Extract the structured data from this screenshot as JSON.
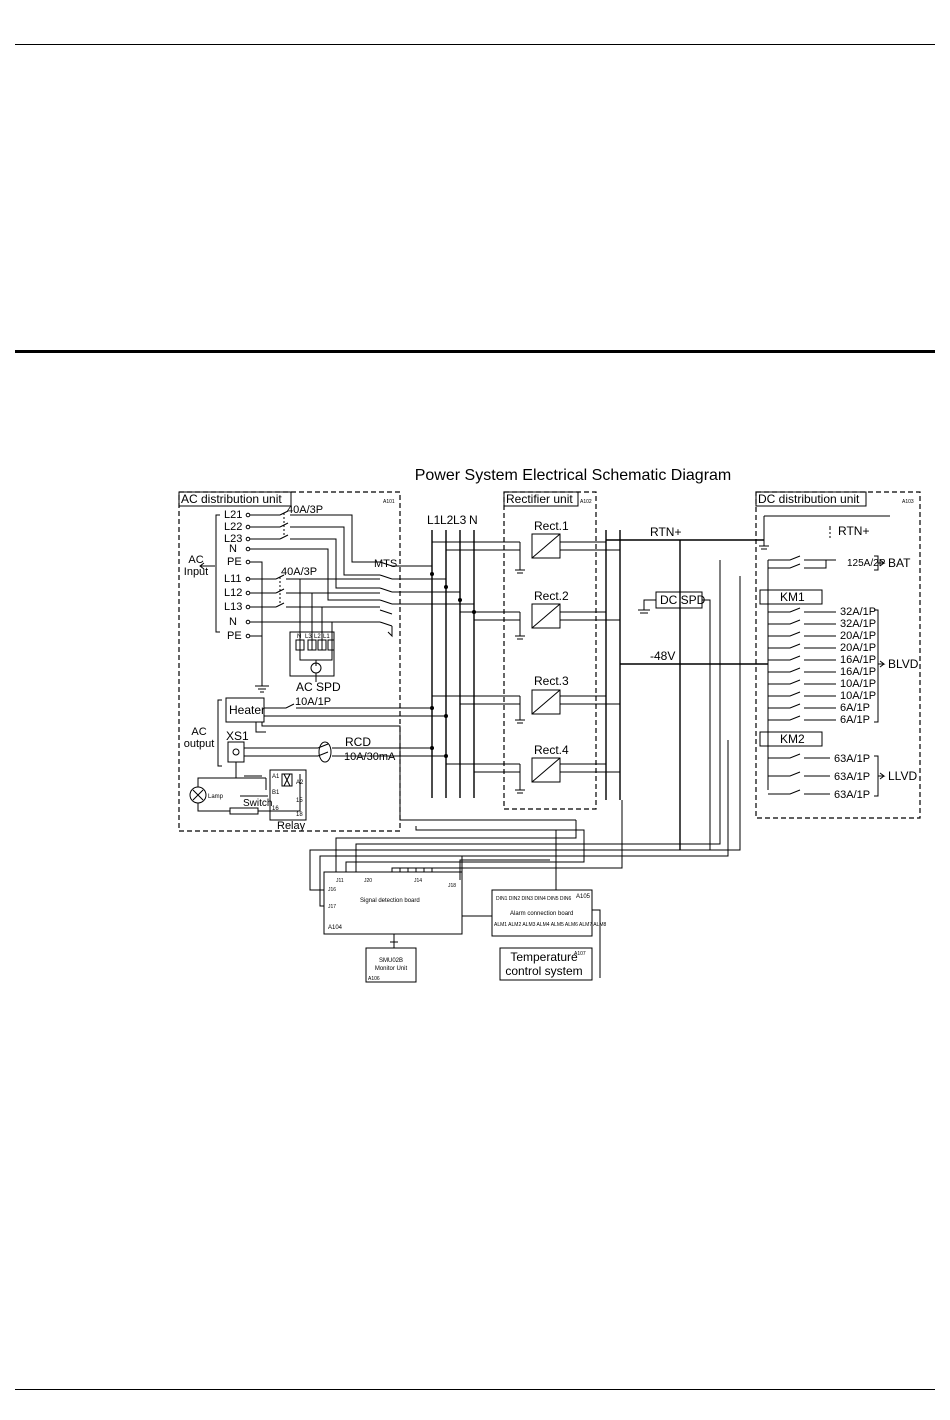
{
  "title": "Power System Electrical Schematic Diagram",
  "ac_unit": {
    "label": "AC distribution unit",
    "id": "A101",
    "input_label": [
      "AC",
      "Input"
    ],
    "output_label": [
      "AC",
      "output"
    ],
    "input_lines_1": [
      "L21",
      "L22",
      "L23",
      "N",
      "PE"
    ],
    "input_lines_2": [
      "L11",
      "L12",
      "L13",
      "N",
      "PE"
    ],
    "breaker_1": "40A/3P",
    "breaker_2": "40A/3P",
    "mts": "MTS",
    "spd": "AC SPD",
    "spd_terms": [
      "N",
      "L3",
      "L2",
      "L1"
    ],
    "heater": "Heater",
    "heater_breaker": "10A/1P",
    "xs1": "XS1",
    "rcd": "RCD",
    "rcd_rating": "10A/30mA",
    "lamp": "Lamp",
    "switch": "Switch",
    "relay": "Relay",
    "relay_pins": [
      "A1",
      "A2",
      "B1",
      "15",
      "16",
      "18"
    ]
  },
  "bus_labels": [
    "L1",
    "L2",
    "L3",
    "N"
  ],
  "rectifier_unit": {
    "label": "Rectifier unit",
    "id": "A102",
    "rects": [
      "Rect.1",
      "Rect.2",
      "Rect.3",
      "Rect.4"
    ]
  },
  "dc_bus": {
    "rtn": "RTN+",
    "neg": "-48V",
    "dc_spd": "DC SPD"
  },
  "dc_unit": {
    "label": "DC distribution unit",
    "id": "A103",
    "rtn": "RTN+",
    "bat_breaker": "125A/2P",
    "bat": "BAT",
    "km1": "KM1",
    "km2": "KM2",
    "blvd_breakers": [
      "32A/1P",
      "32A/1P",
      "20A/1P",
      "20A/1P",
      "16A/1P",
      "16A/1P",
      "10A/1P",
      "10A/1P",
      "6A/1P",
      "6A/1P"
    ],
    "blvd": "BLVD",
    "llvd_breakers": [
      "63A/1P",
      "63A/1P",
      "63A/1P"
    ],
    "llvd": "LLVD"
  },
  "boards": {
    "signal": "Signal detection board",
    "signal_id": "A104",
    "signal_ports": [
      "J11",
      "J16",
      "J17",
      "J20",
      "J18",
      "J14"
    ],
    "alarm": "Alarm connection board",
    "alarm_id": "A105",
    "din_row": "DIN1 DIN2 DIN3 DIN4 DIN5 DIN6",
    "alm_row": "ALM1 ALM2 ALM3 ALM4 ALM5 ALM6 ALM7 ALM8",
    "monitor": [
      "SMU02B",
      "Monitor Unit"
    ],
    "monitor_id": "A106",
    "temp": [
      "Temperature",
      "control system"
    ],
    "temp_id": "A107"
  }
}
